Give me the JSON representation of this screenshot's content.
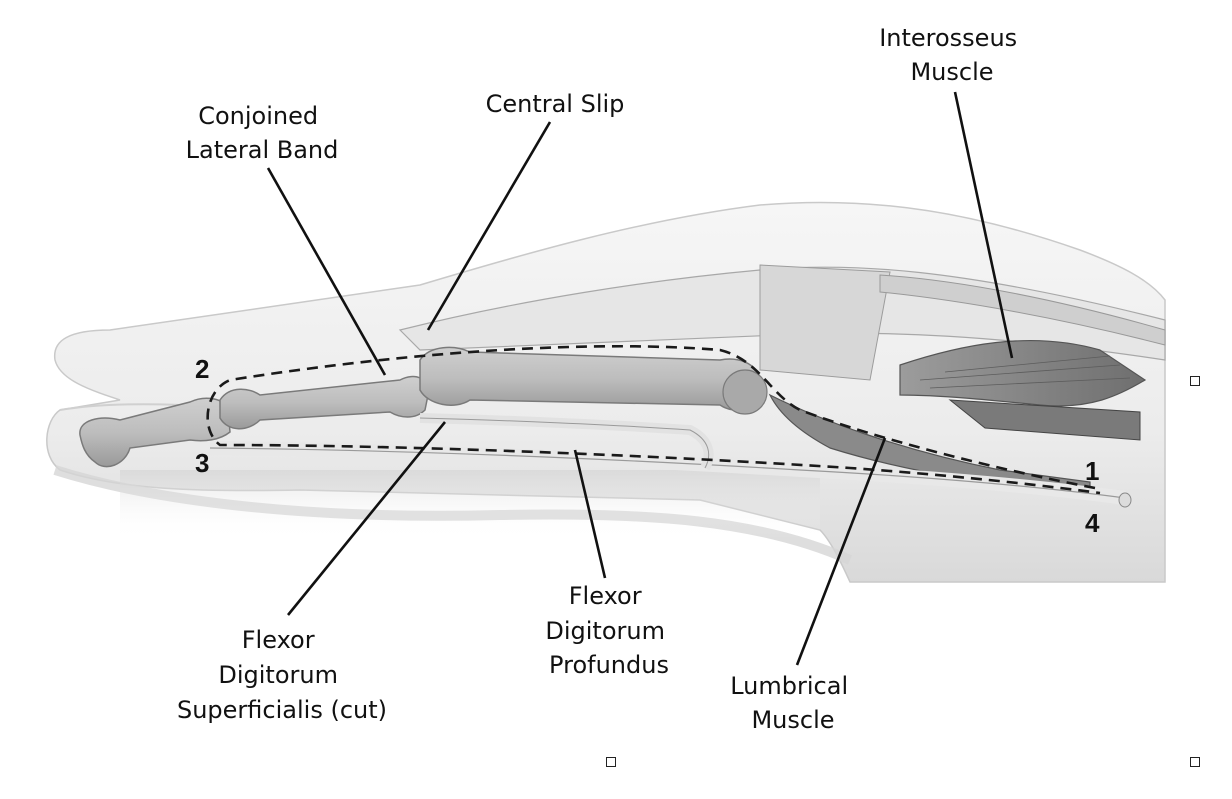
{
  "diagram": {
    "labels": {
      "interosseus": [
        "Interosseus",
        "Muscle"
      ],
      "central_slip": [
        "Central Slip"
      ],
      "conjoined_lateral_band": [
        "Conjoined",
        "Lateral Band"
      ],
      "fds": [
        "Flexor",
        "Digitorum",
        "Superficialis (cut)"
      ],
      "fdp": [
        "Flexor",
        "Digitorum",
        "Profundus"
      ],
      "lumbrical": [
        "Lumbrical",
        "Muscle"
      ]
    },
    "markers": {
      "m1": "1",
      "m2": "2",
      "m3": "3",
      "m4": "4"
    }
  }
}
